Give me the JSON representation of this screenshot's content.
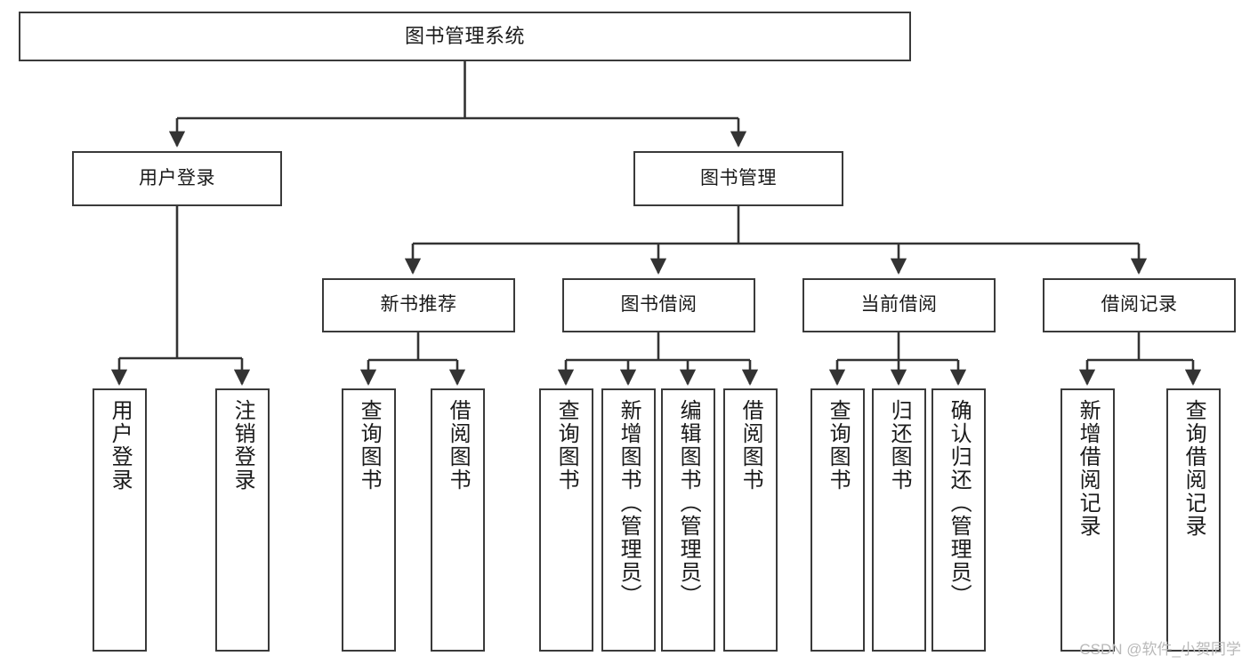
{
  "diagram": {
    "type": "tree-hierarchy",
    "title": "图书管理系统",
    "watermark": "CSDN @软件_小贺同学",
    "colors": {
      "box_border": "#3a3a3a",
      "box_fill": "#ffffff",
      "connector": "#333333",
      "text": "#1a1a1a",
      "watermark": "#b9b9b9"
    },
    "root": {
      "label": "图书管理系统"
    },
    "level2": [
      {
        "label": "用户登录"
      },
      {
        "label": "图书管理"
      }
    ],
    "level3": [
      {
        "label": "新书推荐"
      },
      {
        "label": "图书借阅"
      },
      {
        "label": "当前借阅"
      },
      {
        "label": "借阅记录"
      }
    ],
    "leaves": {
      "user_login": [
        {
          "label": "用户登录"
        },
        {
          "label": "注销登录"
        }
      ],
      "new_book_recommend": [
        {
          "label": "查询图书"
        },
        {
          "label": "借阅图书"
        }
      ],
      "book_borrow": [
        {
          "label": "查询图书"
        },
        {
          "label": "新增图书（管理员）"
        },
        {
          "label": "编辑图书（管理员）"
        },
        {
          "label": "借阅图书"
        }
      ],
      "current_borrow": [
        {
          "label": "查询图书"
        },
        {
          "label": "归还图书"
        },
        {
          "label": "确认归还（管理员）"
        }
      ],
      "borrow_record": [
        {
          "label": "新增借阅记录"
        },
        {
          "label": "查询借阅记录"
        }
      ]
    }
  }
}
